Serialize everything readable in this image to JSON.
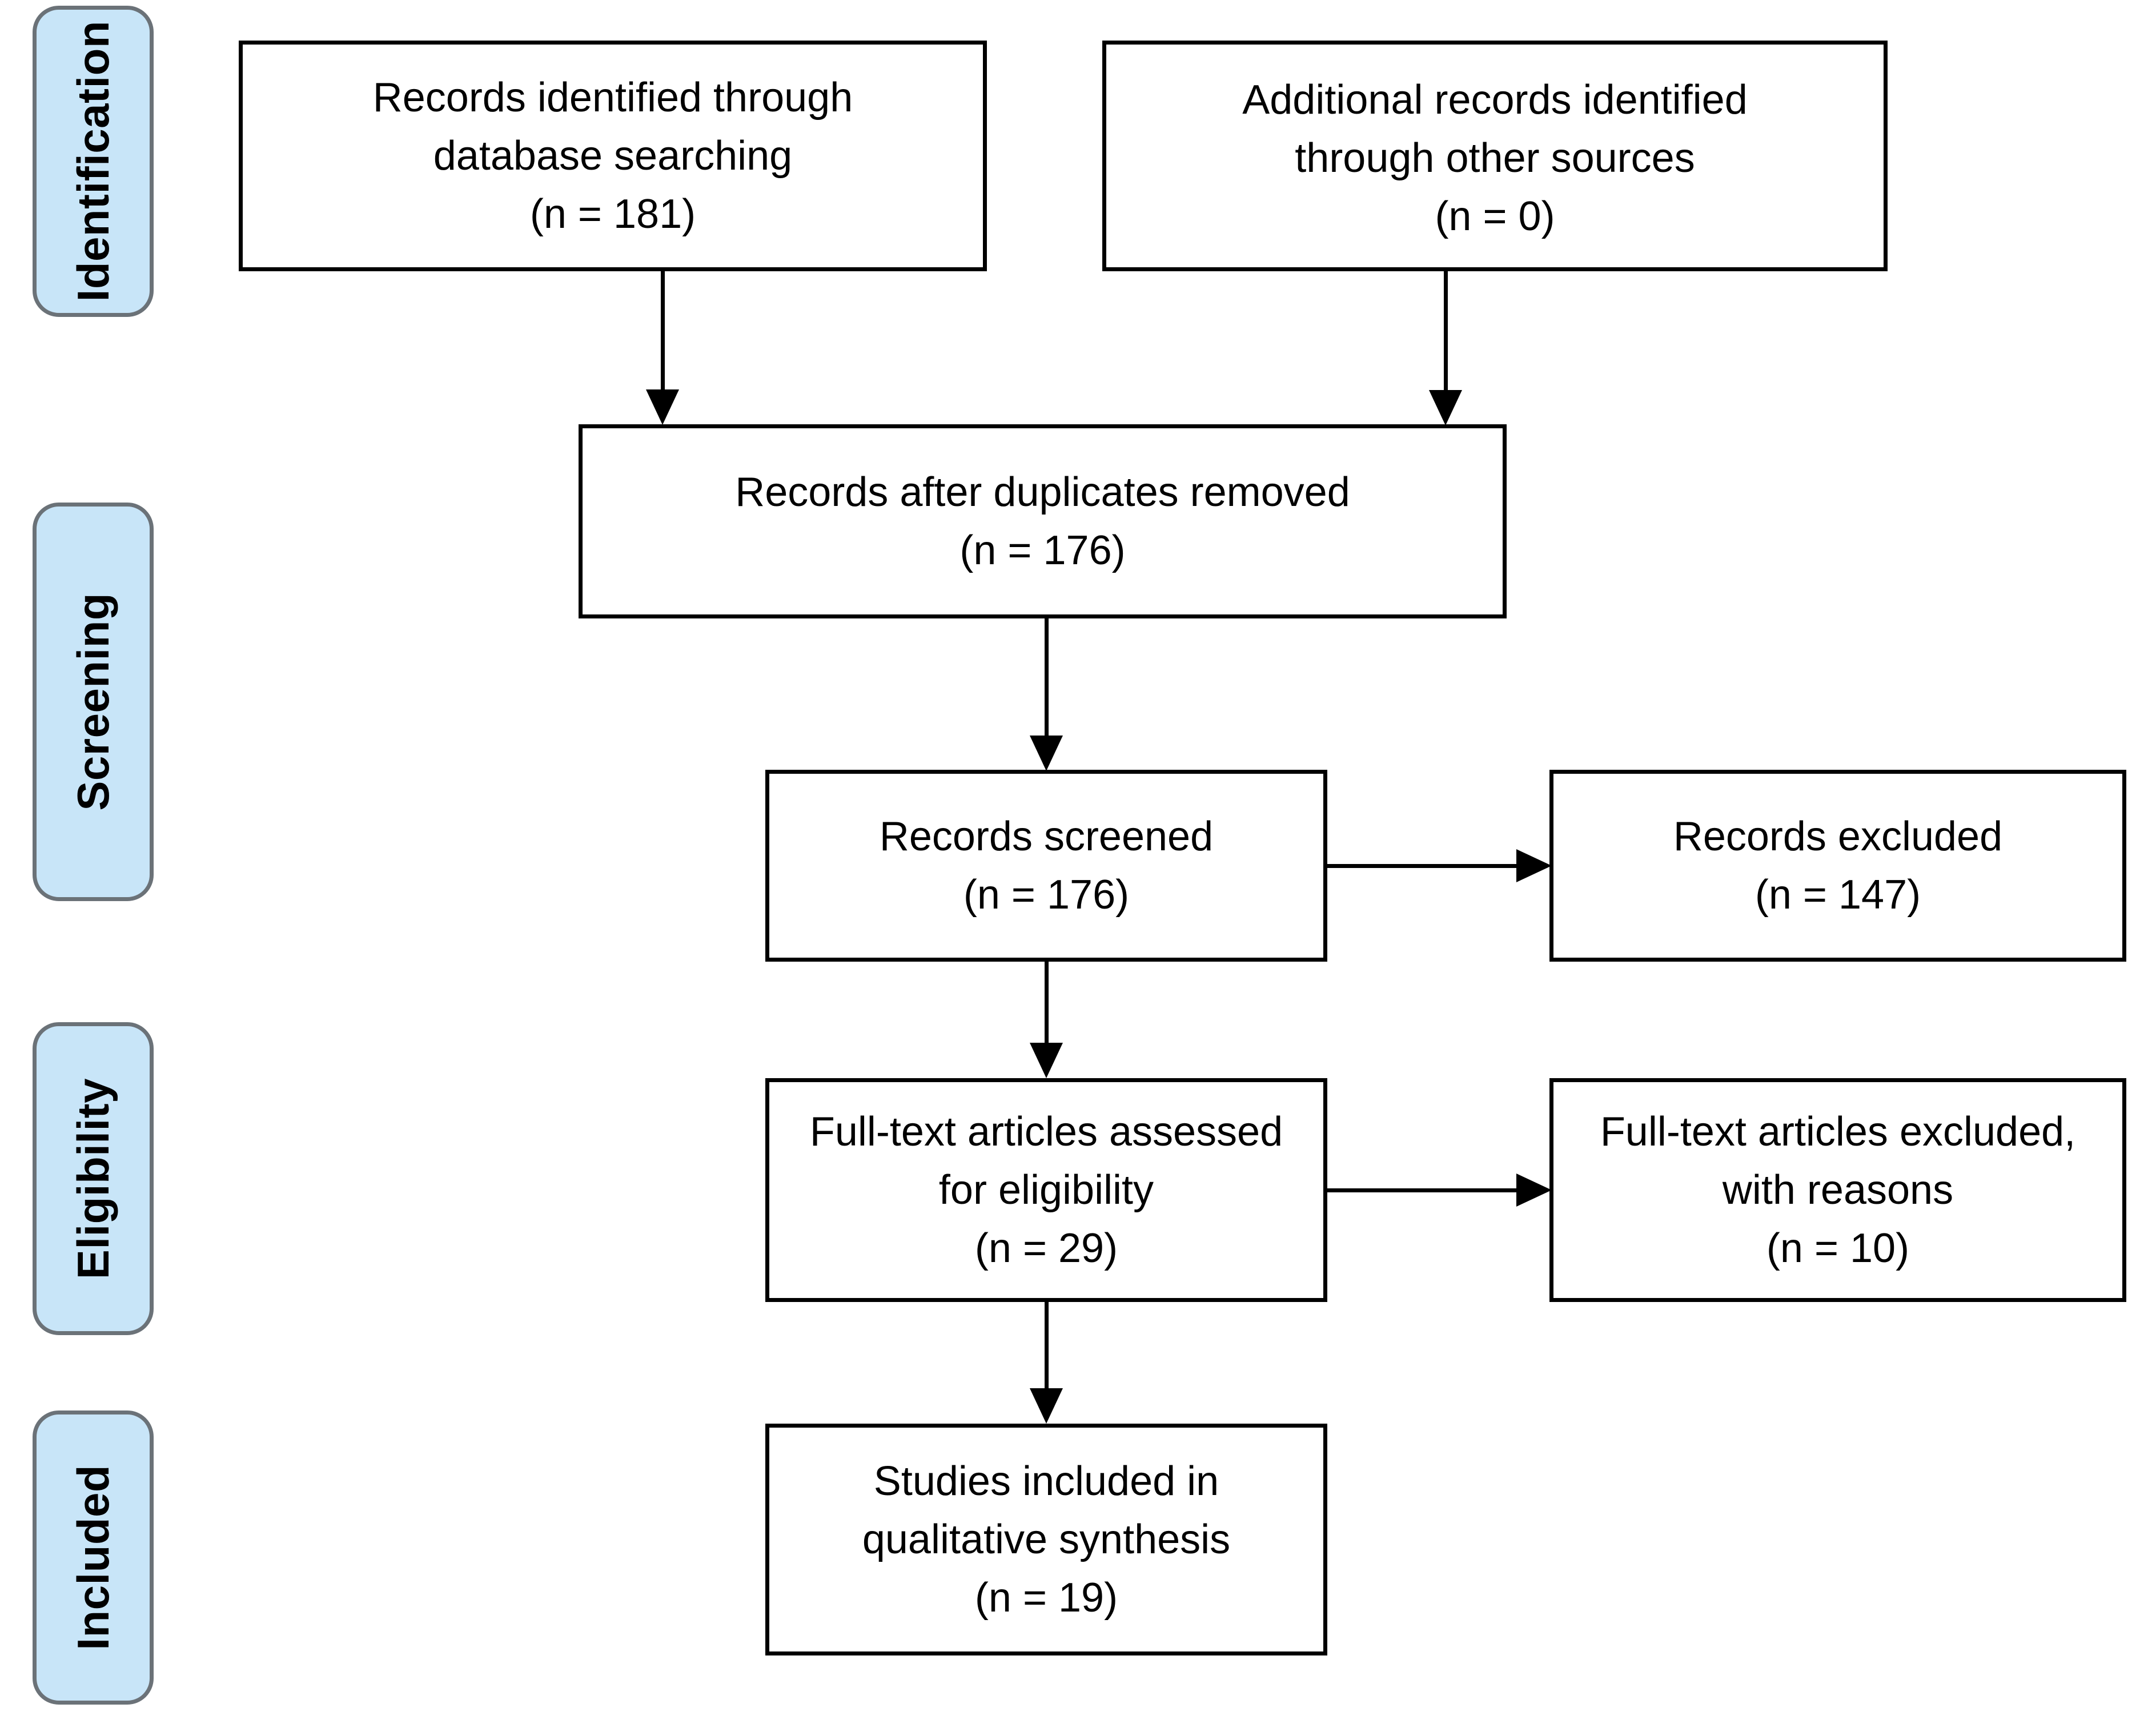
{
  "diagram": {
    "type": "prisma-flow-diagram",
    "stages": [
      {
        "id": "identification",
        "label": "Identification"
      },
      {
        "id": "screening",
        "label": "Screening"
      },
      {
        "id": "eligibility",
        "label": "Eligibility"
      },
      {
        "id": "included",
        "label": "Included"
      }
    ],
    "boxes": [
      {
        "id": "db-search",
        "stage": "identification",
        "lines": [
          "Records identified through",
          "database searching",
          "(n = 181)"
        ],
        "line1": "Records identified through",
        "line2": "database searching",
        "line3": "(n = 181)",
        "n": 181
      },
      {
        "id": "other-sources",
        "stage": "identification",
        "lines": [
          "Additional records identified",
          "through other sources",
          "(n = 0)"
        ],
        "line1": "Additional records identified",
        "line2": "through other sources",
        "line3": "(n = 0)",
        "n": 0
      },
      {
        "id": "dedup",
        "stage": "screening",
        "lines": [
          "Records after duplicates removed",
          "(n = 176)"
        ],
        "line1": "Records after duplicates removed",
        "line2": "(n = 176)",
        "n": 176
      },
      {
        "id": "screened",
        "stage": "screening",
        "lines": [
          "Records screened",
          "(n = 176)"
        ],
        "line1": "Records screened",
        "line2": "(n = 176)",
        "n": 176
      },
      {
        "id": "excluded",
        "stage": "screening",
        "lines": [
          "Records excluded",
          "(n = 147)"
        ],
        "line1": "Records excluded",
        "line2": "(n = 147)",
        "n": 147
      },
      {
        "id": "fulltext",
        "stage": "eligibility",
        "lines": [
          "Full-text articles assessed",
          "for eligibility",
          "(n = 29)"
        ],
        "line1": "Full-text articles assessed",
        "line2": "for eligibility",
        "line3": "(n = 29)",
        "n": 29
      },
      {
        "id": "fulltext-excluded",
        "stage": "eligibility",
        "lines": [
          "Full-text articles excluded,",
          "with reasons",
          "(n = 10)"
        ],
        "line1": "Full-text articles excluded,",
        "line2": "with reasons",
        "line3": "(n = 10)",
        "n": 10
      },
      {
        "id": "included",
        "stage": "included",
        "lines": [
          "Studies included in",
          "qualitative synthesis",
          "(n = 19)"
        ],
        "line1": "Studies included in",
        "line2": "qualitative synthesis",
        "line3": "(n = 19)",
        "n": 19
      }
    ],
    "connectors": [
      {
        "id": "db-to-dedup",
        "from": "db-search",
        "to": "dedup",
        "direction": "down"
      },
      {
        "id": "other-to-dedup",
        "from": "other-sources",
        "to": "dedup",
        "direction": "down"
      },
      {
        "id": "dedup-to-screened",
        "from": "dedup",
        "to": "screened",
        "direction": "down"
      },
      {
        "id": "screened-to-excluded",
        "from": "screened",
        "to": "excluded",
        "direction": "right"
      },
      {
        "id": "screened-to-fulltext",
        "from": "screened",
        "to": "fulltext",
        "direction": "down"
      },
      {
        "id": "fulltext-to-excl",
        "from": "fulltext",
        "to": "fulltext-excluded",
        "direction": "right"
      },
      {
        "id": "fulltext-to-included",
        "from": "fulltext",
        "to": "included",
        "direction": "down"
      }
    ],
    "colors": {
      "stage_fill": "#c8e5f8",
      "stage_border": "#6b7278",
      "box_border": "#000000",
      "box_fill": "#ffffff",
      "text": "#000000",
      "connector": "#000000"
    }
  }
}
